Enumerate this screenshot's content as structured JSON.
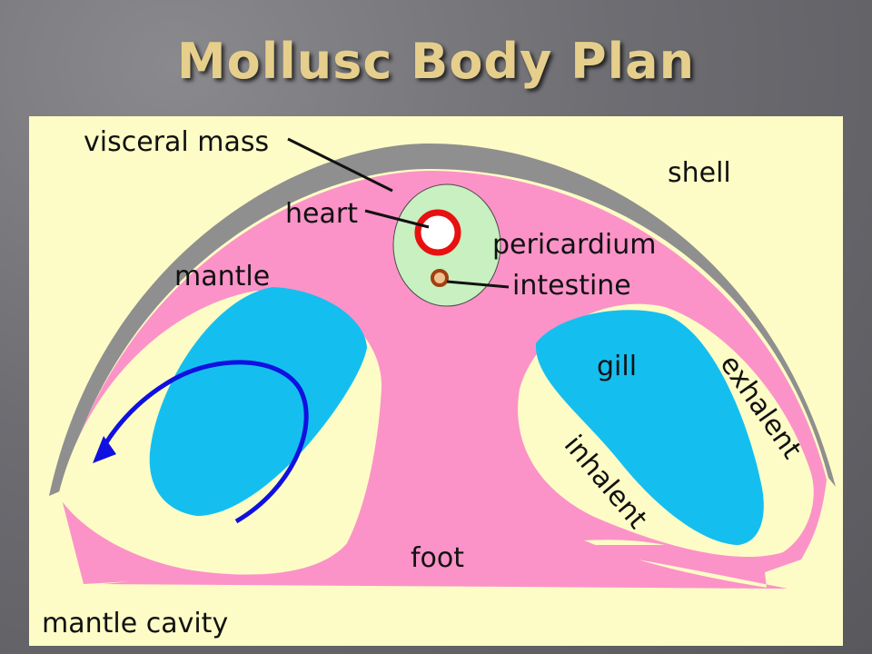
{
  "title": "Mollusc Body Plan",
  "labels": {
    "visceral_mass": "visceral mass",
    "shell": "shell",
    "heart": "heart",
    "pericardium": "pericardium",
    "intestine": "intestine",
    "mantle": "mantle",
    "gill": "gill",
    "exhalent": "exhalent",
    "inhalent": "inhalent",
    "foot": "foot",
    "mantle_cavity": "mantle cavity"
  },
  "colors": {
    "background": "#fdfcc6",
    "mantle_body": "#fb93c8",
    "shell": "#8f8f8f",
    "gill": "#14bff0",
    "pericardium": "#c8f0c0",
    "heart": "#e81010",
    "intestine": "#a04010",
    "water_flow_arrow": "#1010e0"
  }
}
